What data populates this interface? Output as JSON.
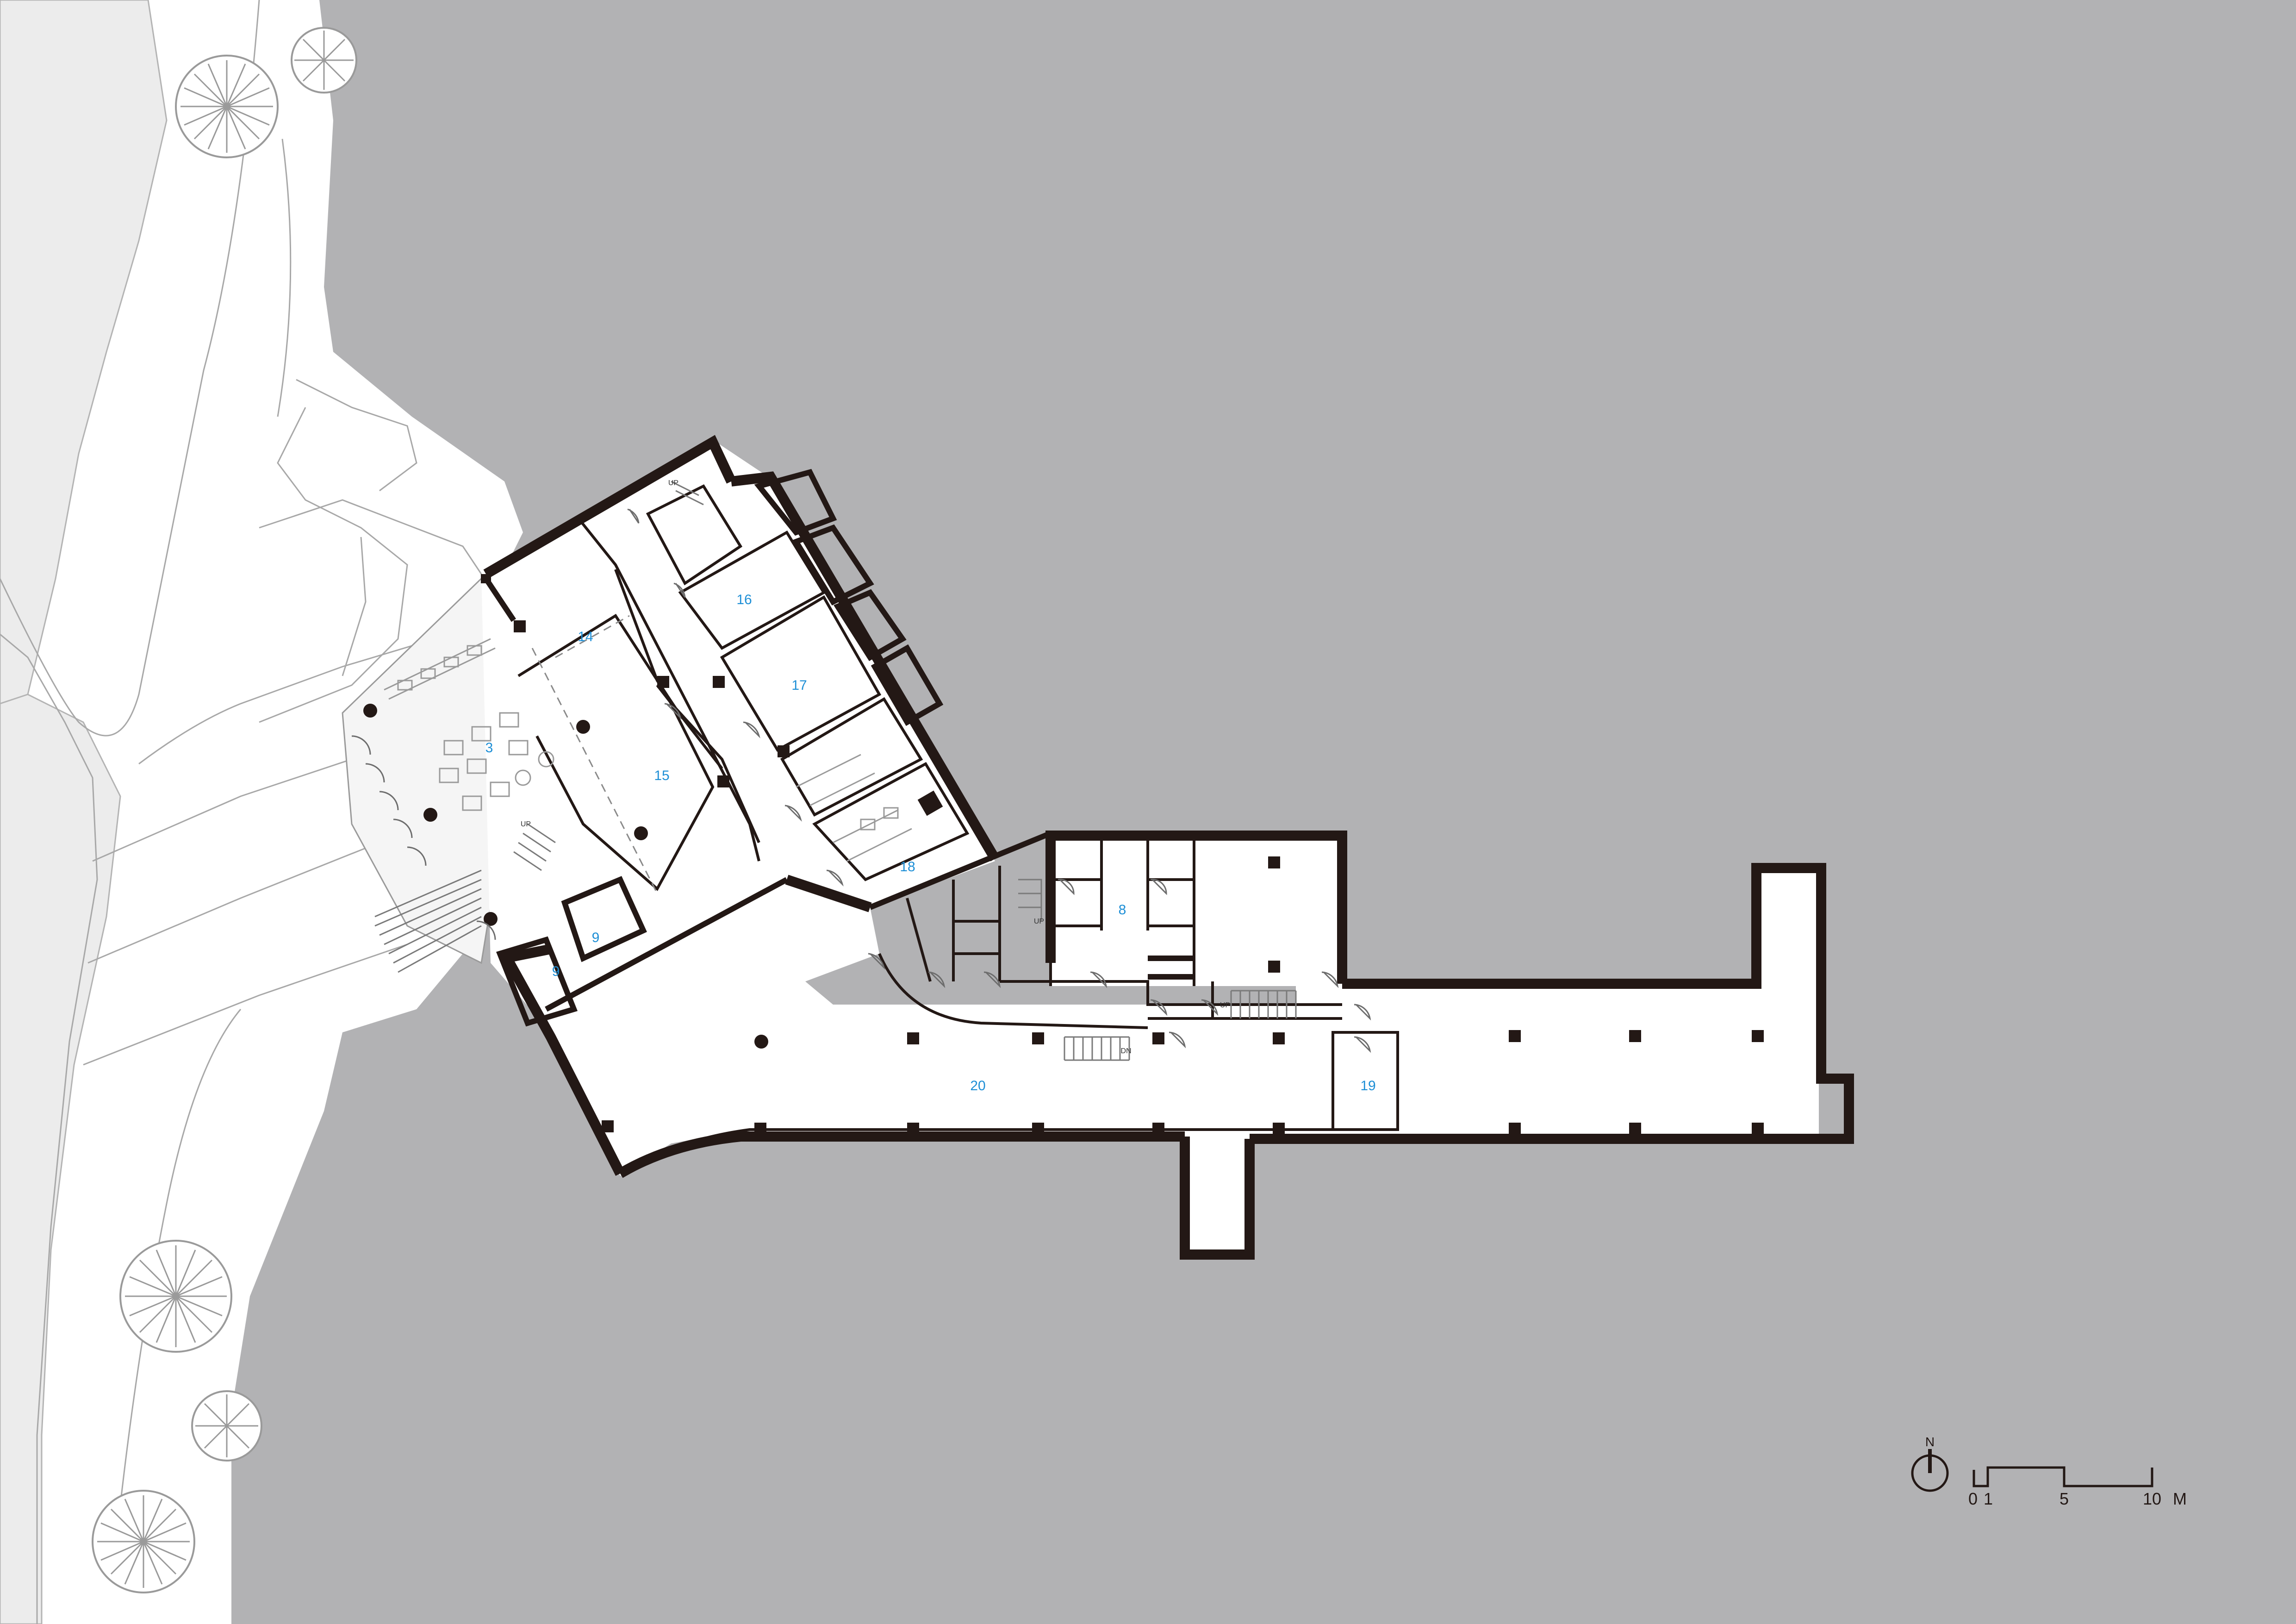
{
  "colors": {
    "background_water": "#b2b2b4",
    "wall": "#231815",
    "room_label": "#1e8fd6",
    "site_fill": "#ececec"
  },
  "rooms": {
    "r14": "14",
    "r15": "15",
    "r16": "16",
    "r17": "17",
    "r18": "18",
    "r19": "19",
    "r20": "20",
    "r8": "8",
    "r3": "3",
    "r9a": "9",
    "r9b": "9"
  },
  "stair_labels": {
    "up_a": "UP",
    "up_b": "UP",
    "up_c": "UP",
    "dn": "DN",
    "up_d": "UP"
  },
  "north_arrow": {
    "label": "N",
    "icon": "north-arrow-icon"
  },
  "scale_bar": {
    "ticks": [
      "0",
      "1",
      "5",
      "10"
    ],
    "unit": "M"
  }
}
